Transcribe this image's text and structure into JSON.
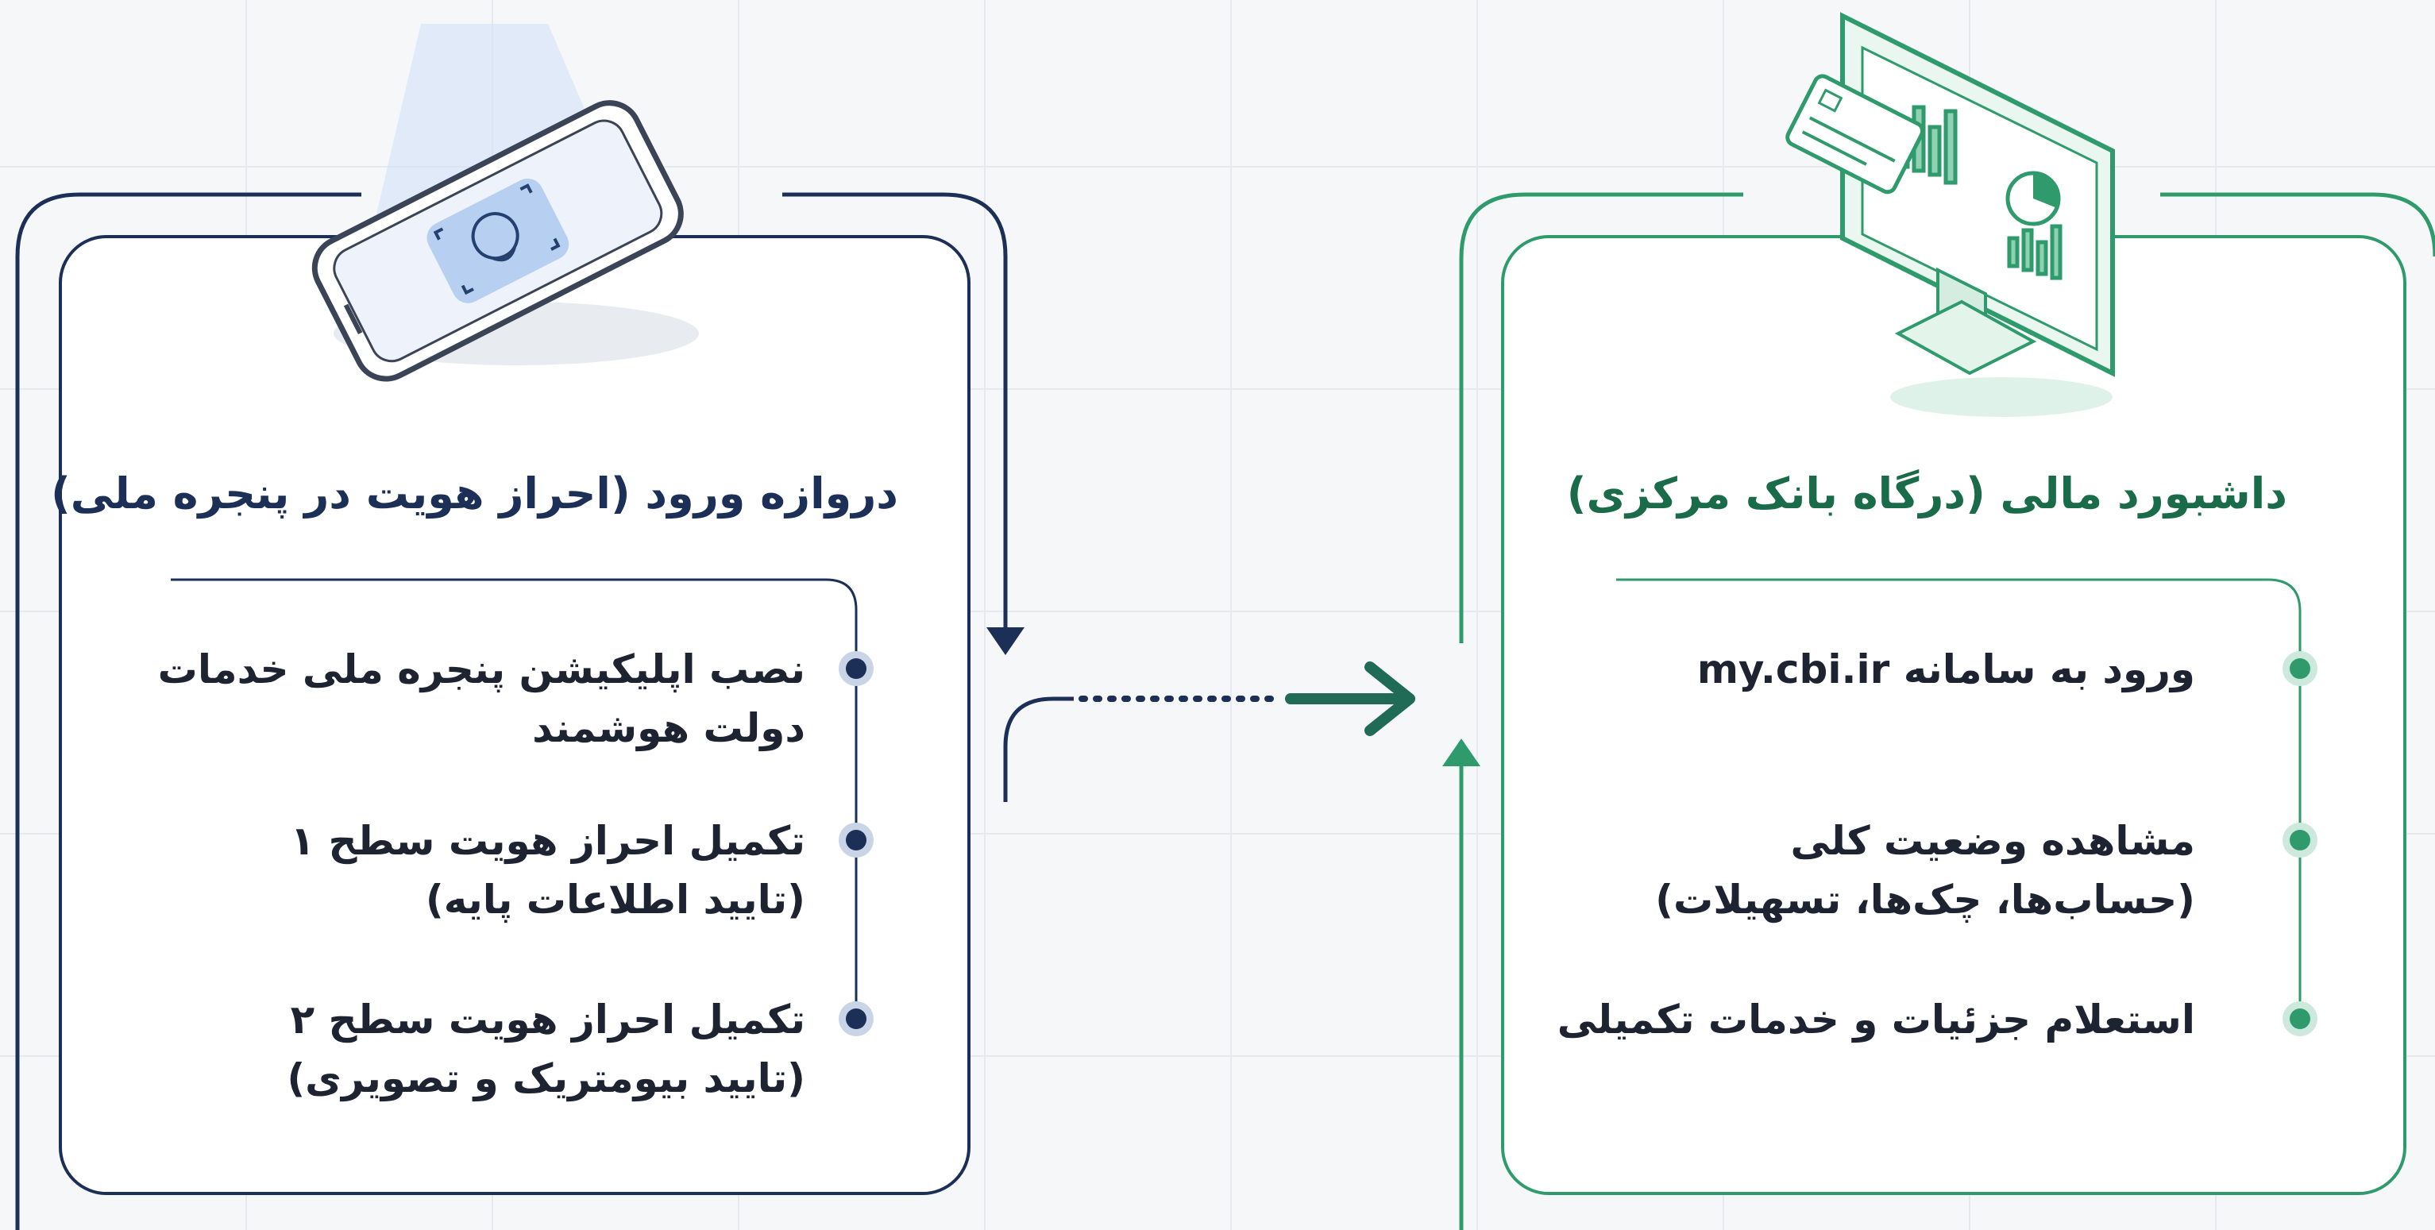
{
  "left_panel": {
    "title": "دروازه ورود (احراز هویت در پنجره ملی)",
    "items": [
      "نصب اپلیکیشن پنجره ملی خدمات\nدولت هوشمند",
      "تکمیل احراز هویت سطح ۱\n(تایید اطلاعات پایه)",
      "تکمیل احراز هویت سطح ۲\n(تایید بیومتریک و تصویری)"
    ],
    "icon": "smartphone-face-id-icon",
    "accent_color": "#1c2f57"
  },
  "right_panel": {
    "title": "داشبورد مالی (درگاه بانک مرکزی)",
    "item1_prefix": "ورود به سامانه",
    "item1_url": "my.cbi.ir",
    "items": [
      "مشاهده وضعیت کلی\n(حساب‌ها، چک‌ها، تسهیلات)",
      "استعلام جزئیات و خدمات تکمیلی"
    ],
    "icon": "monitor-dashboard-icon",
    "accent_color": "#2f9b6c"
  },
  "connector": {
    "icon": "arrow-right-icon"
  }
}
